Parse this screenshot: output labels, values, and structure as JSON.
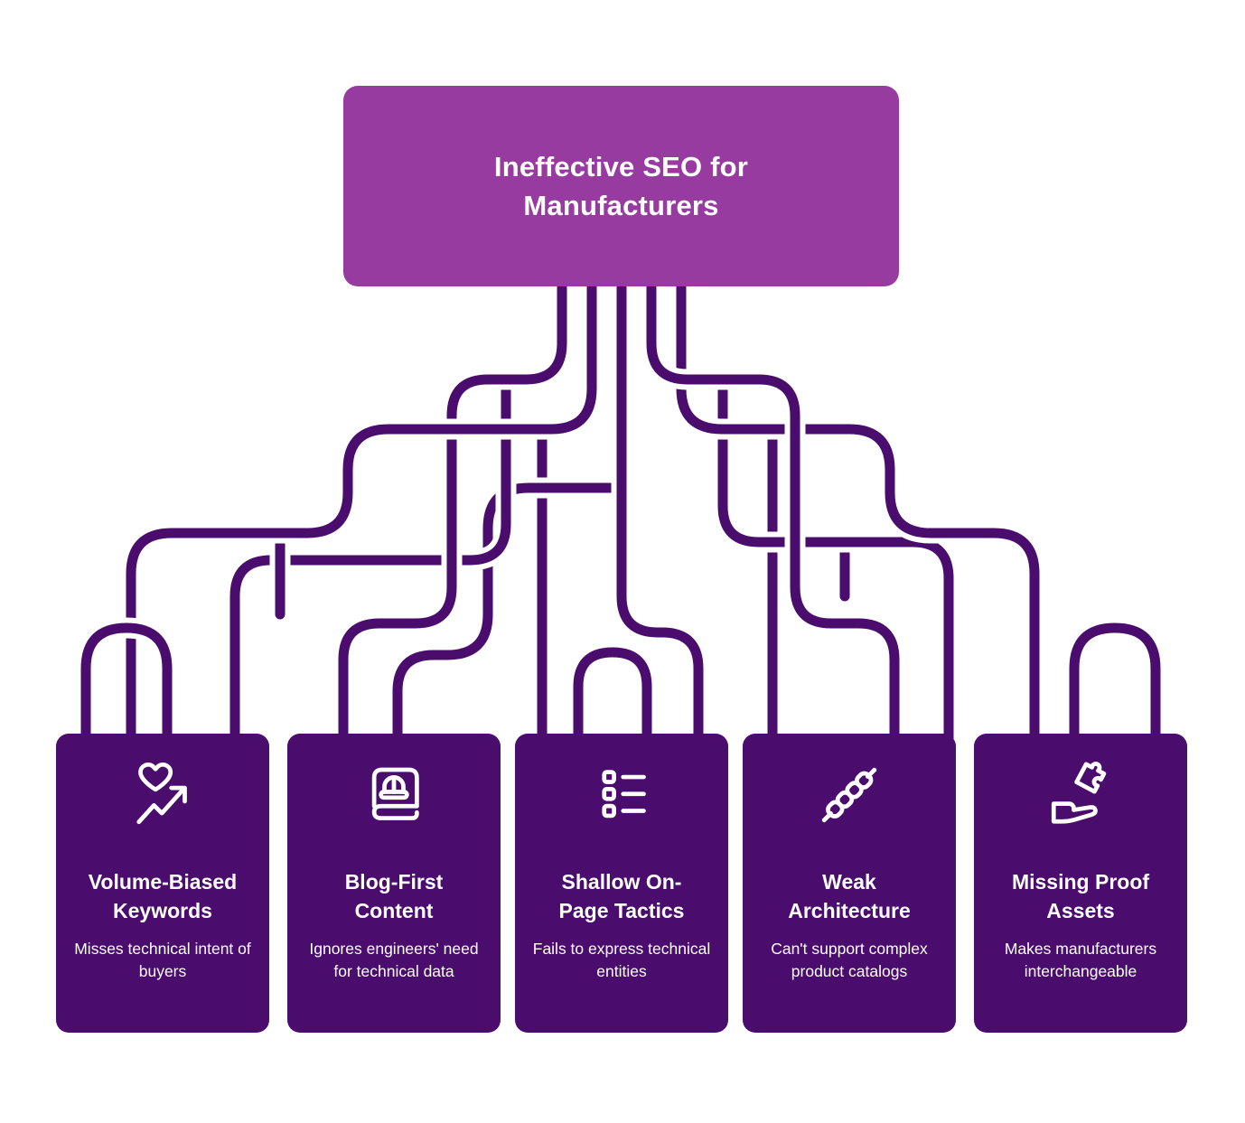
{
  "header": {
    "title": "Ineffective SEO for Manufacturers"
  },
  "colors": {
    "header_bg": "#973BA0",
    "card_bg": "#4A0D6E",
    "wire": "#4A0D6E",
    "text": "#FFFFFF",
    "background": "#FFFFFF"
  },
  "cards": [
    {
      "icon": "heart-trend-icon",
      "title": "Volume-Biased Keywords",
      "description": "Misses technical intent of buyers"
    },
    {
      "icon": "book-hardhat-icon",
      "title": "Blog-First Content",
      "description": "Ignores engineers' need for technical data"
    },
    {
      "icon": "checklist-icon",
      "title": "Shallow On-Page Tactics",
      "description": "Fails to express technical entities"
    },
    {
      "icon": "chain-links-icon",
      "title": "Weak Architecture",
      "description": "Can't support complex product catalogs"
    },
    {
      "icon": "hand-puzzle-icon",
      "title": "Missing Proof Assets",
      "description": "Makes manufacturers interchangeable"
    }
  ]
}
